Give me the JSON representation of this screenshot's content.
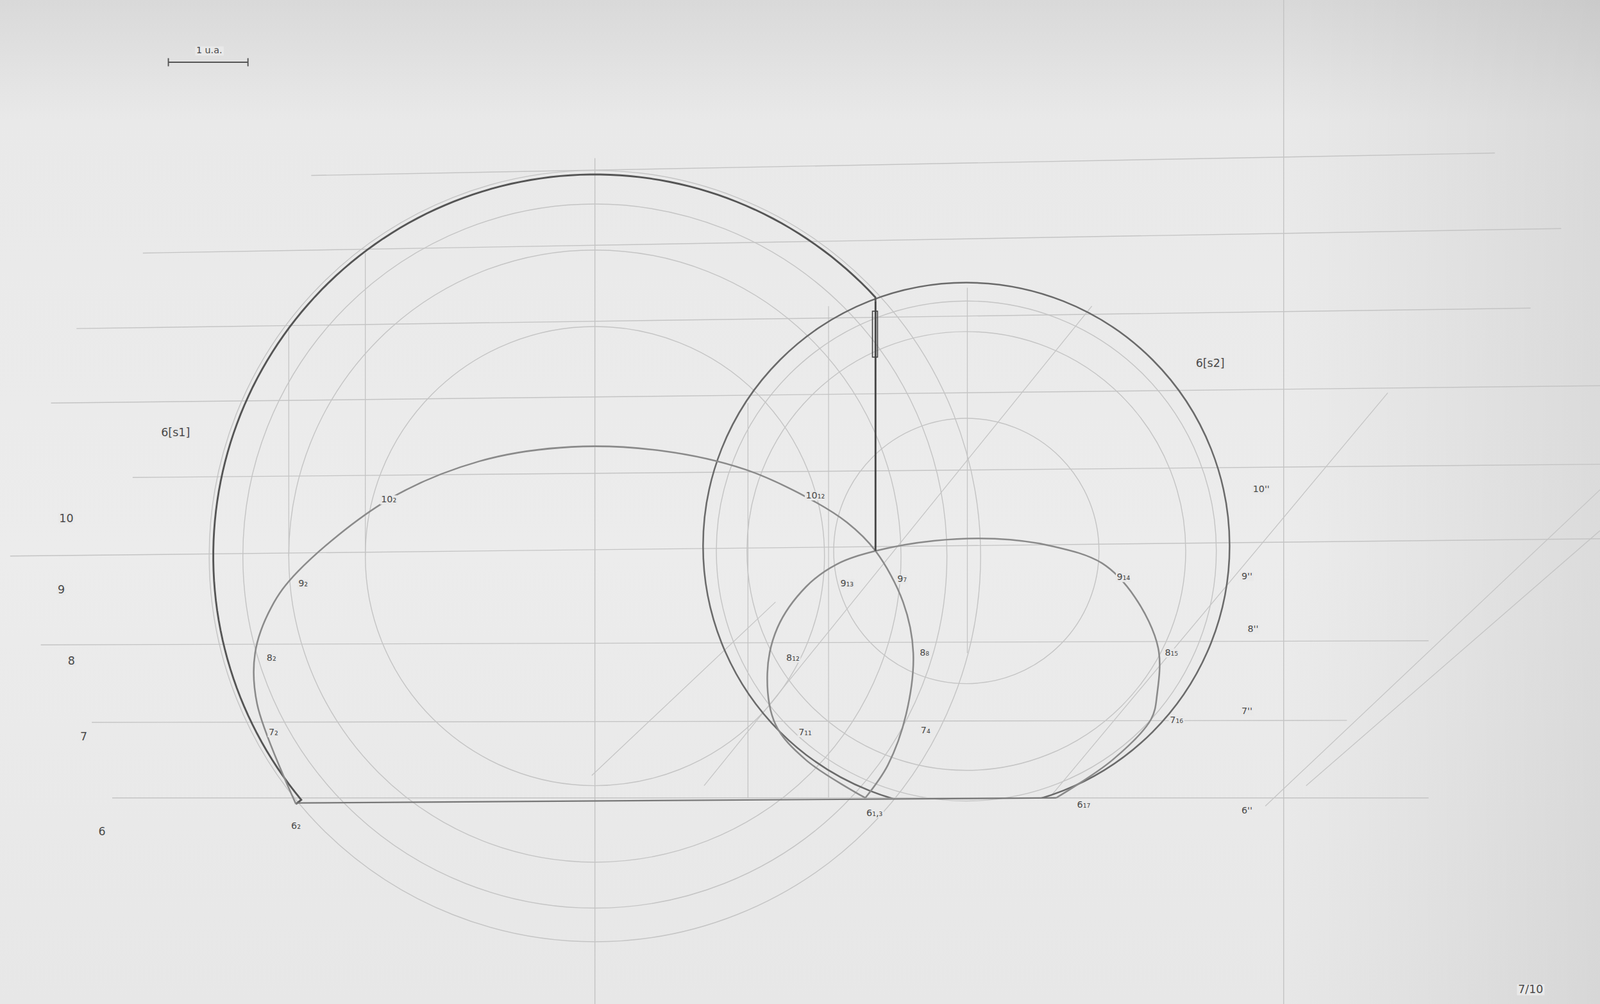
{
  "diagram": {
    "labels": [
      "1 u.a.",
      "6[s1]",
      "6[s2]",
      "10",
      "9",
      "8",
      "7",
      "6",
      "10₂",
      "9₂",
      "8₂",
      "7₂",
      "6₂",
      "10₁₂",
      "9₁₃",
      "9₇",
      "8₁₂",
      "8₈",
      "7₁₁",
      "7₄",
      "6₁,₃",
      "9₁₄",
      "8₁₅",
      "7₁₆",
      "6₁₇",
      "10''",
      "9''",
      "8''",
      "7''",
      "6''",
      "7/10"
    ]
  }
}
